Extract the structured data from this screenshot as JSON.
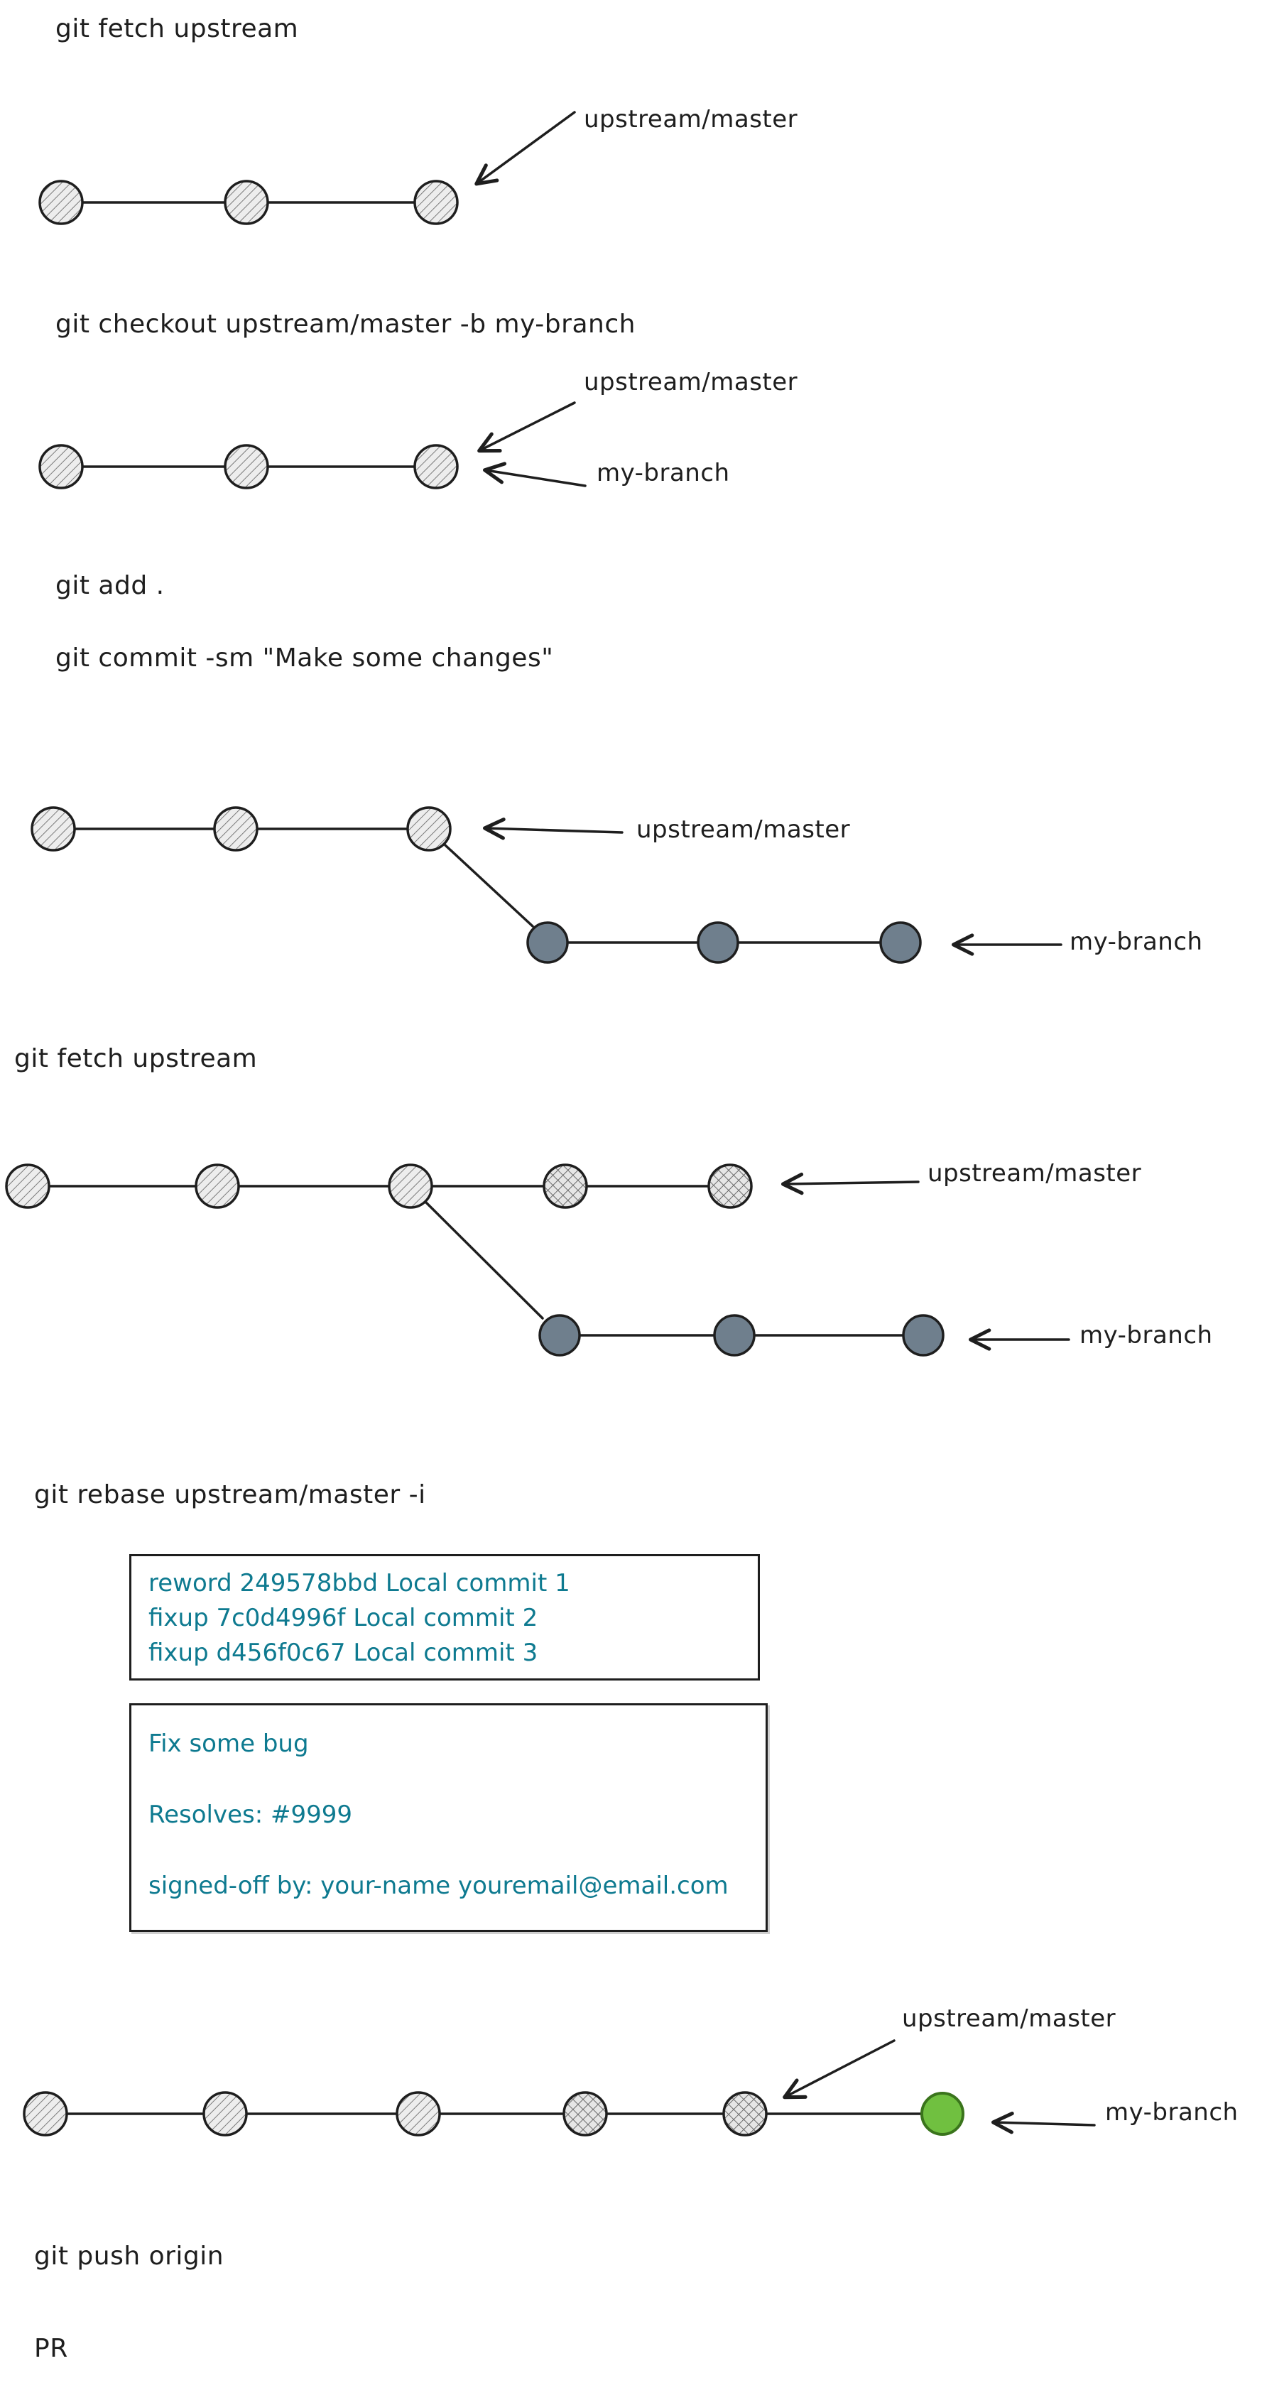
{
  "colors": {
    "ink": "#1e1e1e",
    "teal_text": "#0e7a90",
    "commit_hatch_fill": "#ededed",
    "commit_dark_fill": "#6f7f8d",
    "commit_green_fill": "#70c040"
  },
  "commands": {
    "fetch_upstream_1": "git fetch upstream",
    "checkout_branch": "git checkout upstream/master -b my-branch",
    "git_add": "git add .",
    "git_commit": "git commit -sm \"Make some changes\"",
    "fetch_upstream_2": "git fetch upstream",
    "rebase_interactive": "git rebase upstream/master -i",
    "push_origin": "git push origin",
    "pr": "PR"
  },
  "labels": {
    "upstream_master_1": "upstream/master",
    "upstream_master_2": "upstream/master",
    "my_branch_2": "my-branch",
    "upstream_master_3": "upstream/master",
    "my_branch_3": "my-branch",
    "upstream_master_4": "upstream/master",
    "my_branch_4": "my-branch",
    "upstream_master_5": "upstream/master",
    "my_branch_5": "my-branch"
  },
  "rebase_todo": {
    "lines": [
      "reword 249578bbd Local commit 1",
      "fixup 7c0d4996f Local commit 2",
      "fixup d456f0c67 Local commit 3"
    ]
  },
  "commit_message": {
    "lines": [
      "Fix some bug",
      "Resolves: #9999",
      "signed-off by: your-name youremail@email.com"
    ]
  }
}
